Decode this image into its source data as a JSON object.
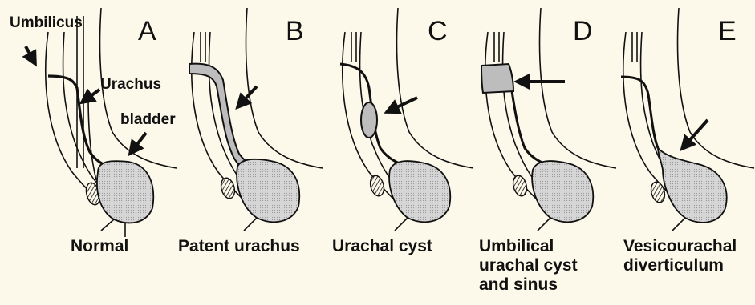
{
  "panels": [
    {
      "letter": "A",
      "caption": "Normal"
    },
    {
      "letter": "B",
      "caption": "Patent urachus"
    },
    {
      "letter": "C",
      "caption": "Urachal cyst"
    },
    {
      "letter": "D",
      "caption": "Umbilical\nurachal cyst\nand sinus"
    },
    {
      "letter": "E",
      "caption": "Vesicourachal\ndiverticulum"
    }
  ],
  "labels": {
    "umbilicus": "Umbilicus",
    "urachus": "Urachus",
    "bladder": "bladder"
  },
  "colors": {
    "background": "#fdf9ea",
    "line": "#111111",
    "fill": "#d8d8d8"
  }
}
